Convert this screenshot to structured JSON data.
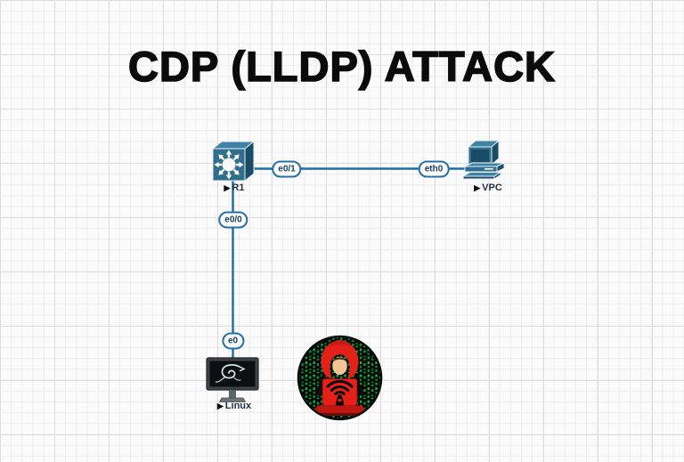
{
  "title": "CDP (LLDP) ATTACK",
  "nodes": {
    "r1": {
      "status_glyph": "▶",
      "label": "R1"
    },
    "vpc": {
      "status_glyph": "▶",
      "label": "VPC"
    },
    "linux": {
      "status_glyph": "▶",
      "label": "Linux"
    }
  },
  "interface_labels": {
    "r1_to_vpc_near": "e0/1",
    "r1_to_vpc_far": "eth0",
    "r1_to_linux_near": "e0/0",
    "r1_to_linux_far": "e0"
  },
  "colors": {
    "link": "#1C6CA8",
    "pill_border": "#2470A8",
    "pill_text": "#123F5E",
    "node_teal": "#306E8E",
    "node_teal_dark": "#1B4C66",
    "node_teal_light": "#3E82A8",
    "title_text": "#0B0B0B",
    "grid_minor": "#ECECEC",
    "grid_major": "#DDDDDD",
    "matrix_green": "#18C24A",
    "hacker_red": "#E32119",
    "hacker_red_dark": "#B8140F"
  }
}
